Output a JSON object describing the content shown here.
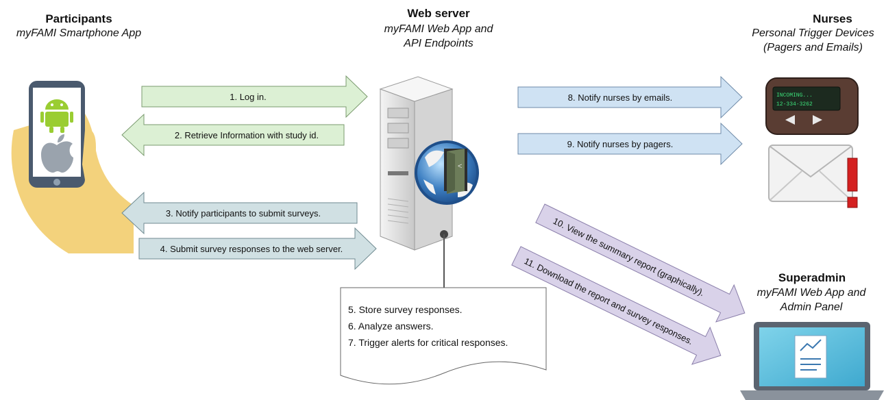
{
  "participants": {
    "title": "Participants",
    "subtitle": "myFAMI Smartphone App"
  },
  "web_server": {
    "title": "Web server",
    "subtitle_line1": "myFAMI Web App and",
    "subtitle_line2": "API Endpoints"
  },
  "nurses": {
    "title": "Nurses",
    "subtitle_line1": "Personal Trigger Devices",
    "subtitle_line2": "(Pagers and Emails)"
  },
  "superadmin": {
    "title": "Superadmin",
    "subtitle_line1": "myFAMI Web App and",
    "subtitle_line2": "Admin Panel"
  },
  "pager": {
    "screen_line1": "INCOMING...",
    "screen_line2": "12-334-3262"
  },
  "arrows": {
    "a1": "1. Log in.",
    "a2": "2. Retrieve Information with study id.",
    "a3": "3. Notify participants to submit surveys.",
    "a4": "4. Submit survey responses to the web server.",
    "a8": "8. Notify nurses by emails.",
    "a9": "9. Notify nurses by pagers.",
    "a10": "10. View the summary report (graphically).",
    "a11": "11. Download the report and survey responses."
  },
  "server_tasks": {
    "line1": "5. Store survey responses.",
    "line2": "6. Analyze answers.",
    "line3": "7. Trigger alerts for critical responses."
  },
  "colors": {
    "green_arrow": "#dcf0d4",
    "blue_arrow": "#cfe2f3",
    "grey_blue_arrow": "#d0e0e3",
    "purple_arrow": "#d9d2e9"
  }
}
